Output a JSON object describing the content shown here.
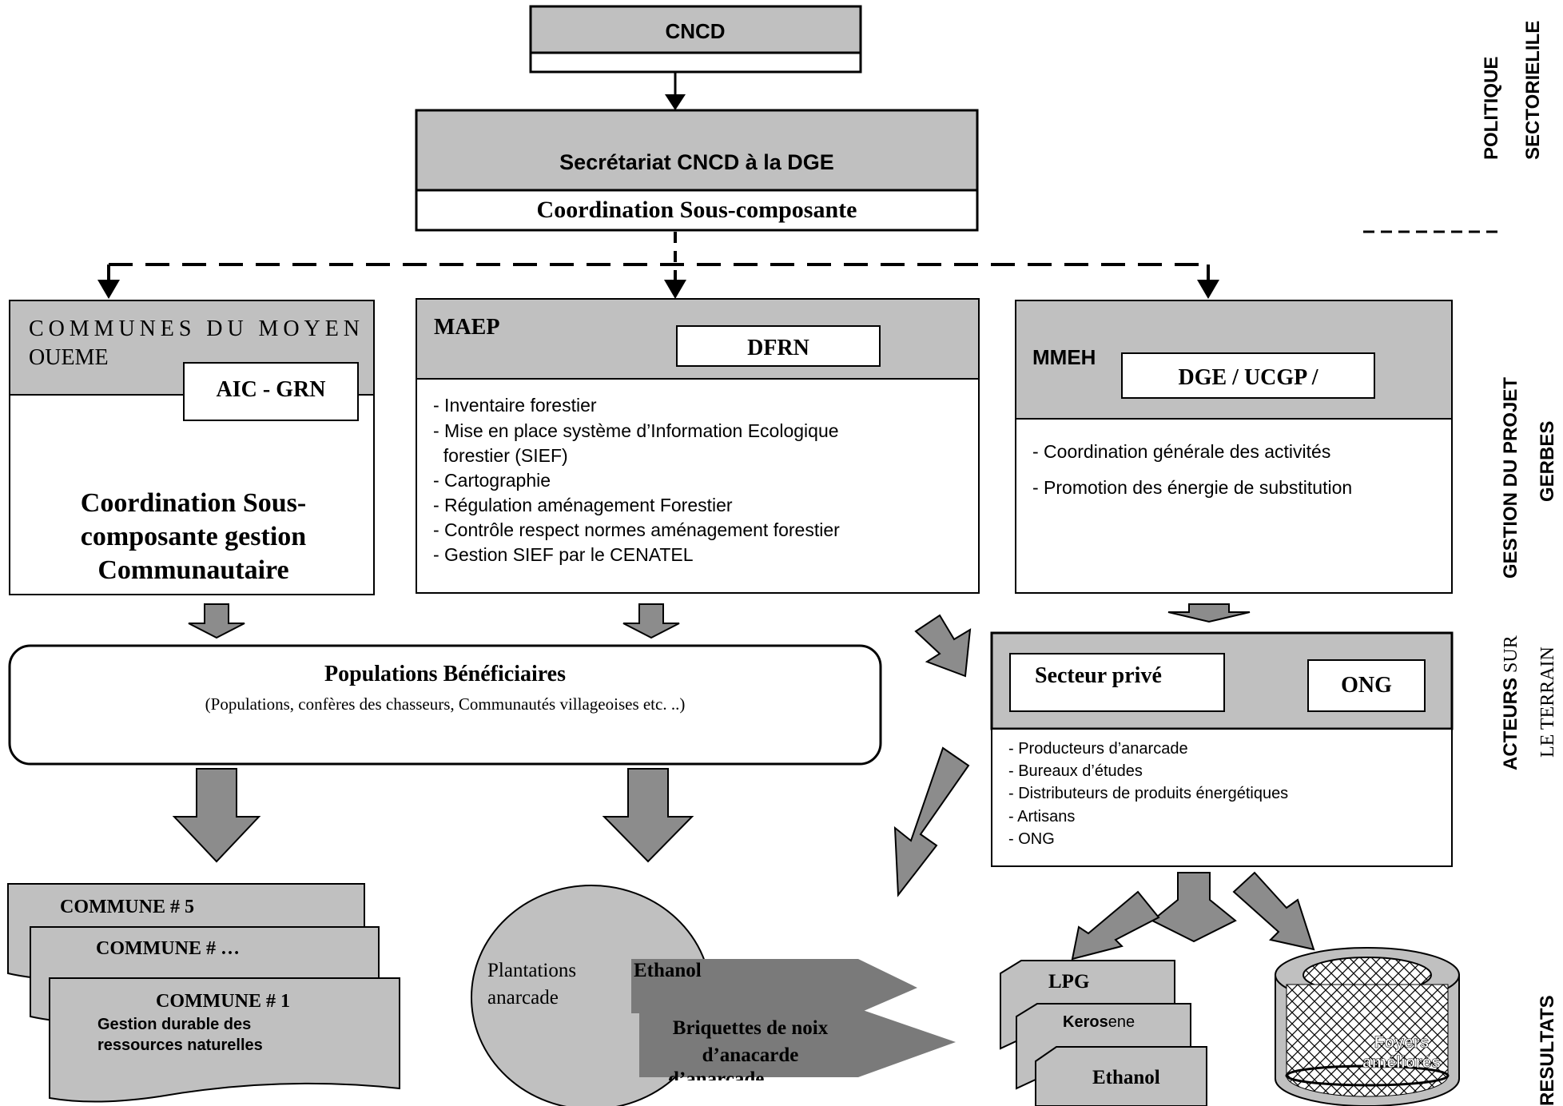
{
  "colors": {
    "box_grey": "#c0c0c0",
    "arrow_grey": "#8c8c8c",
    "dark_grey": "#6e6e6e",
    "line": "#000000",
    "white": "#ffffff"
  },
  "top": {
    "cncd": "CNCD",
    "secretariat": "Secrétariat CNCD à la DGE",
    "coordination": "Coordination Sous-composante"
  },
  "communes_box": {
    "header_line1": "COMMUNES DU MOYEN",
    "header_line2": "OUEME",
    "aic": "AIC - GRN",
    "body_line1": "Coordination Sous-",
    "body_line2": "composante gestion",
    "body_line3": "Communautaire"
  },
  "maep_box": {
    "title": "MAEP",
    "dfrn": "DFRN",
    "items": [
      "- Inventaire forestier",
      "- Mise en place système d’Information Ecologique",
      "  forestier (SIEF)",
      "- Cartographie",
      "- Régulation aménagement Forestier",
      "- Contrôle respect normes aménagement forestier",
      "- Gestion SIEF par le CENATEL"
    ]
  },
  "mmeh_box": {
    "title": "MMEH",
    "dge": "DGE / UCGP /",
    "items": [
      "- Coordination générale des activités",
      "- Promotion des énergie de substitution"
    ]
  },
  "populations": {
    "title": "Populations Bénéficiaires",
    "subtitle": "(Populations, confères des chasseurs, Communautés villageoises etc. ..)"
  },
  "acteurs_box": {
    "secteur": "Secteur privé",
    "ong": "ONG",
    "items": [
      "- Producteurs d’anarcade",
      "- Bureaux d’études",
      "- Distributeurs de produits énergétiques",
      "- Artisans",
      "- ONG"
    ]
  },
  "communes_docs": {
    "c5": "COMMUNE # 5",
    "cdots": "COMMUNE # …",
    "c1": "COMMUNE # 1",
    "desc_line1": "Gestion durable des",
    "desc_line2": "ressources naturelles"
  },
  "plantations": {
    "line1": "Plantations",
    "line2": "anarcade",
    "ethanol": "Ethanol",
    "briquettes_line1": "Briquettes de noix",
    "briquettes_line2": "d’anacarde",
    "briquettes_clipped": "d’anarcade"
  },
  "energy_docs": {
    "lpg": "LPG",
    "kero_bold": "Keros",
    "kero_rest": "ene",
    "ethanol": "Ethanol"
  },
  "foyers": {
    "line1": "Foyers",
    "line2": "améliorés"
  },
  "side_labels": {
    "politique": "POLITIQUE",
    "sectorielle": "SECTORIELILE",
    "gestion_line1": "GESTION DU PROJET",
    "gestion_line2": "GERBES",
    "acteurs_bold": "ACTEURS",
    "acteurs_rest": " SUR",
    "acteurs_line2": "LE TERRAIN",
    "resultats": "RESULTATS"
  }
}
